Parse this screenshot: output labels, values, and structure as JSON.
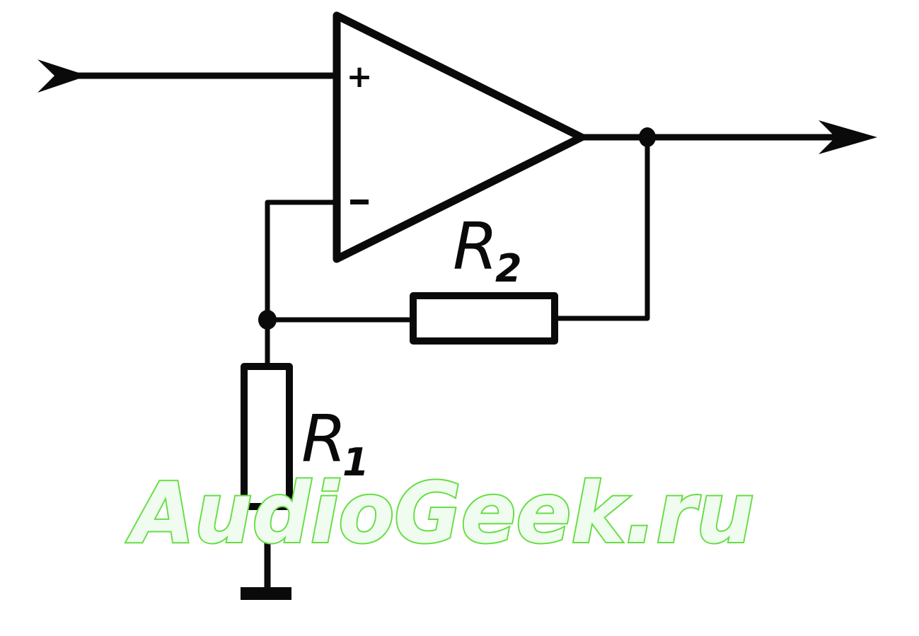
{
  "diagram": {
    "title": "Non-inverting op-amp amplifier",
    "opamp": {
      "plus_sign": "+",
      "minus_sign": "−"
    },
    "resistors": [
      {
        "id": "R1",
        "letter": "R",
        "subscript": "1"
      },
      {
        "id": "R2",
        "letter": "R",
        "subscript": "2"
      }
    ],
    "icons": {
      "input": "input-arrow-icon",
      "output": "output-arrow-icon",
      "ground": "ground-icon",
      "junction": "junction-dot-icon"
    },
    "colors": {
      "line": "#0a0a0a",
      "watermark_stroke": "#66dd44",
      "watermark_fill": "#effcef"
    }
  },
  "watermark": {
    "text": "AudioGeek.ru"
  }
}
